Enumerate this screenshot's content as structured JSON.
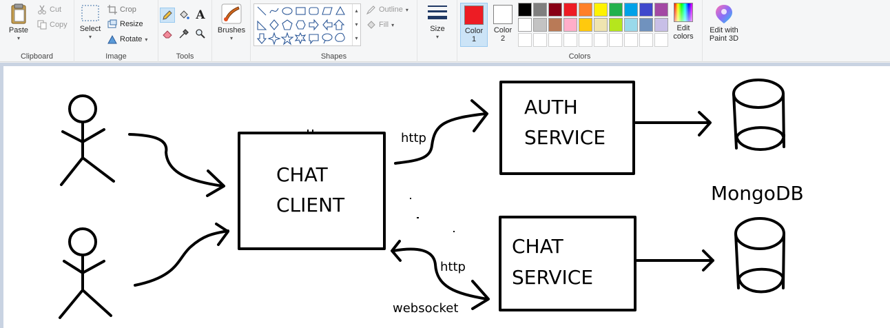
{
  "ribbon": {
    "clipboard": {
      "label": "Clipboard",
      "paste": "Paste",
      "cut": "Cut",
      "copy": "Copy"
    },
    "image": {
      "label": "Image",
      "select": "Select",
      "crop": "Crop",
      "resize": "Resize",
      "rotate": "Rotate"
    },
    "tools": {
      "label": "Tools"
    },
    "brushes": {
      "label": "Brushes"
    },
    "shapes": {
      "label": "Shapes",
      "outline": "Outline",
      "fill": "Fill"
    },
    "size": {
      "label": "Size"
    },
    "colors": {
      "label": "Colors",
      "color1": "Color\n1",
      "color1_line1": "Color",
      "color1_line2": "1",
      "color2_line1": "Color",
      "color2_line2": "2",
      "color1_value": "#ed1c24",
      "color2_value": "#ffffff",
      "edit_line1": "Edit",
      "edit_line2": "colors",
      "palette_row1": [
        "#000000",
        "#7f7f7f",
        "#880015",
        "#ed1c24",
        "#ff7f27",
        "#fff200",
        "#22b14c",
        "#00a2e8",
        "#3f48cc",
        "#a349a4"
      ],
      "palette_row2": [
        "#ffffff",
        "#c3c3c3",
        "#b97a57",
        "#ffaec9",
        "#ffc90e",
        "#efe4b0",
        "#b5e61d",
        "#99d9ea",
        "#7092be",
        "#c8bfe7"
      ]
    },
    "paint3d": {
      "line1": "Edit with",
      "line2": "Paint 3D"
    }
  },
  "diagram": {
    "chat_client_l1": "CHAT",
    "chat_client_l2": "CLIENT",
    "auth_l1": "AUTH",
    "auth_l2": "SERVICE",
    "chat_service_l1": "CHAT",
    "chat_service_l2": "SERVICE",
    "mongodb": "MongoDB",
    "http_top": "http",
    "http_bottom": "http",
    "websocket": "websocket"
  }
}
